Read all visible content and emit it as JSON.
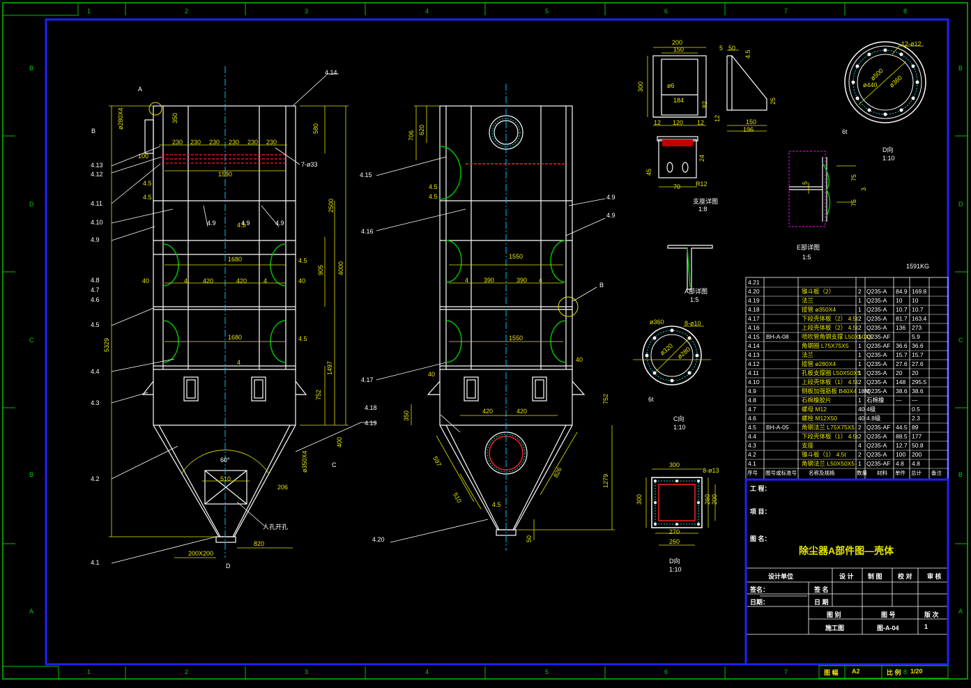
{
  "drawing_title": "除尘器A部件图—壳体",
  "weight": "1591KG",
  "grid": {
    "cols": [
      "1",
      "2",
      "3",
      "4",
      "5",
      "6",
      "7",
      "8"
    ],
    "rows": [
      "B",
      "D",
      "C",
      "B",
      "A"
    ]
  },
  "callouts_left": [
    "4.13",
    "4.12",
    "4.11",
    "4.10",
    "4.9",
    "4.8",
    "4.7",
    "4.6",
    "4.5",
    "4.4",
    "4.3",
    "4.2",
    "4.1"
  ],
  "callouts_top": [
    "4.14",
    "A",
    "B",
    "7-ø33",
    "ø280X4",
    "100",
    "4.5",
    "4.5",
    "4.9",
    "4.9",
    "4.9",
    "4.5",
    "40",
    "4",
    "420",
    "420",
    "4",
    "40",
    "4.5",
    "4.5",
    "4",
    "752",
    "400",
    "1497",
    "905",
    "2500",
    "4000",
    "5329",
    "580",
    "350",
    "230",
    "230",
    "230",
    "230",
    "230",
    "230",
    "1580",
    "1680",
    "1680",
    "60°",
    "510",
    "206",
    "820",
    "200X200",
    "D",
    "C",
    "ø350X4",
    "人孔开孔",
    "4.18",
    "4.19"
  ],
  "callouts_mid": [
    "4.15",
    "4.16",
    "4.17",
    "4.20",
    "706",
    "620",
    "4.5",
    "4.5",
    "4.9",
    "4.9",
    "1550",
    "1550",
    "390",
    "390",
    "4",
    "4",
    "40",
    "40",
    "420",
    "420",
    "350",
    "597",
    "510",
    "826",
    "1279",
    "752",
    "4.5",
    "50",
    "B"
  ],
  "detail_labels": [
    "200",
    "150",
    "300",
    "ø6",
    "184",
    "82",
    "12",
    "120",
    "12",
    "5",
    "50",
    "4.5",
    "25",
    "150",
    "196",
    "12",
    "支座详图",
    "1:8",
    "45",
    "70",
    "R12",
    "24",
    "A部详图",
    "1:5",
    "D向",
    "1:10",
    "12-ø12",
    "ø500",
    "ø440",
    "ø360",
    "6t",
    "E部详图",
    "1:5",
    "5",
    "75",
    "3",
    "75",
    "ø360",
    "8-ø10",
    "ø320",
    "ø280",
    "6t",
    "C向",
    "1:10",
    "300",
    "8-ø13",
    "300",
    "260",
    "200",
    "270",
    "260",
    "D向",
    "1:10"
  ],
  "bom": [
    {
      "no": "4.21",
      "code": "",
      "name": "",
      "qty": "",
      "mat": "",
      "w1": "",
      "w2": ""
    },
    {
      "no": "4.20",
      "code": "",
      "name": "锥斗板（2）",
      "qty": "2",
      "mat": "Q235-A",
      "w1": "84.9",
      "w2": "169.8"
    },
    {
      "no": "4.19",
      "code": "",
      "name": "法兰",
      "qty": "1",
      "mat": "Q235-A",
      "w1": "10",
      "w2": "10"
    },
    {
      "no": "4.18",
      "code": "",
      "name": "接管 ø350X4",
      "qty": "1",
      "mat": "Q235-A",
      "w1": "10.7",
      "w2": "10.7"
    },
    {
      "no": "4.17",
      "code": "",
      "name": "下段壳体板（2） 4.5t",
      "qty": "2",
      "mat": "Q235-A",
      "w1": "81.7",
      "w2": "163.4"
    },
    {
      "no": "4.16",
      "code": "",
      "name": "上段壳体板（2） 4.5t",
      "qty": "2",
      "mat": "Q235-A",
      "w1": "136",
      "w2": "273"
    },
    {
      "no": "4.15",
      "code": "BH-A-08",
      "name": "喷吹管角钢支撑 L50X50X5",
      "qty": "1",
      "mat": "Q235-AF",
      "w1": "",
      "w2": "5.9"
    },
    {
      "no": "4.14",
      "code": "",
      "name": "角钢圈 L75X75X5",
      "qty": "1",
      "mat": "Q235-AF",
      "w1": "36.6",
      "w2": "36.6"
    },
    {
      "no": "4.13",
      "code": "",
      "name": "法兰",
      "qty": "1",
      "mat": "Q235-A",
      "w1": "15.7",
      "w2": "15.7"
    },
    {
      "no": "4.12",
      "code": "",
      "name": "接管 ø280X4",
      "qty": "1",
      "mat": "Q235-A",
      "w1": "27.6",
      "w2": "27.6"
    },
    {
      "no": "4.11",
      "code": "",
      "name": "孔板支撑圈 L50X50X5",
      "qty": "1",
      "mat": "Q235-A",
      "w1": "20",
      "w2": "20"
    },
    {
      "no": "4.10",
      "code": "",
      "name": "上段壳体板（1） 4.5t",
      "qty": "2",
      "mat": "Q235-A",
      "w1": "148",
      "w2": "295.5"
    },
    {
      "no": "4.9",
      "code": "",
      "name": "侧板加强筋板 B40X4",
      "qty": "18M",
      "mat": "Q235-A",
      "w1": "38.6",
      "w2": "38.6"
    },
    {
      "no": "4.8",
      "code": "",
      "name": "石棉橡胶片",
      "qty": "1",
      "mat": "石棉橡",
      "w1": "—",
      "w2": "—"
    },
    {
      "no": "4.7",
      "code": "",
      "name": "螺母 M12",
      "qty": "40",
      "mat": "4级",
      "w1": "",
      "w2": "0.5"
    },
    {
      "no": "4.6",
      "code": "",
      "name": "螺栓 M12X50",
      "qty": "40",
      "mat": "4.8级",
      "w1": "",
      "w2": "2.3"
    },
    {
      "no": "4.5",
      "code": "BH-A-05",
      "name": "角钢法兰 L75X75X5",
      "qty": "2",
      "mat": "Q235-AF",
      "w1": "44.5",
      "w2": "89"
    },
    {
      "no": "4.4",
      "code": "",
      "name": "下段壳体板（1） 4.5t",
      "qty": "2",
      "mat": "Q235-A",
      "w1": "88.5",
      "w2": "177"
    },
    {
      "no": "4.3",
      "code": "",
      "name": "支座",
      "qty": "4",
      "mat": "Q235-A",
      "w1": "12.7",
      "w2": "50.8"
    },
    {
      "no": "4.2",
      "code": "",
      "name": "锥斗板（1） 4.5t",
      "qty": "2",
      "mat": "Q235-A",
      "w1": "100",
      "w2": "200"
    },
    {
      "no": "4.1",
      "code": "",
      "name": "角钢法兰 L50X50X5",
      "qty": "1",
      "mat": "Q235-AF",
      "w1": "4.8",
      "w2": "4.8"
    }
  ],
  "bom_header": [
    "序号",
    "图号或标准号",
    "名称及规格",
    "数量",
    "材料",
    "单件",
    "总计",
    "备注"
  ],
  "title_block": {
    "project_label": "工 程：",
    "item_label": "项 目：",
    "name_label": "图 名：",
    "design_label": "设计单位",
    "roles": [
      "设 计",
      "制 图",
      "校 对",
      "审 核"
    ],
    "sign_label": "签名：",
    "date_label": "日期：",
    "sign2": "签 名",
    "date2": "日 期",
    "stage_label": "图 别",
    "no_label": "图 号",
    "rev_label": "版 次",
    "stage": "施工图",
    "dwg_no": "图-A-04",
    "rev": "1",
    "size_label": "图 幅",
    "size": "A2",
    "scale_label": "比 例",
    "scale": "1/20"
  }
}
